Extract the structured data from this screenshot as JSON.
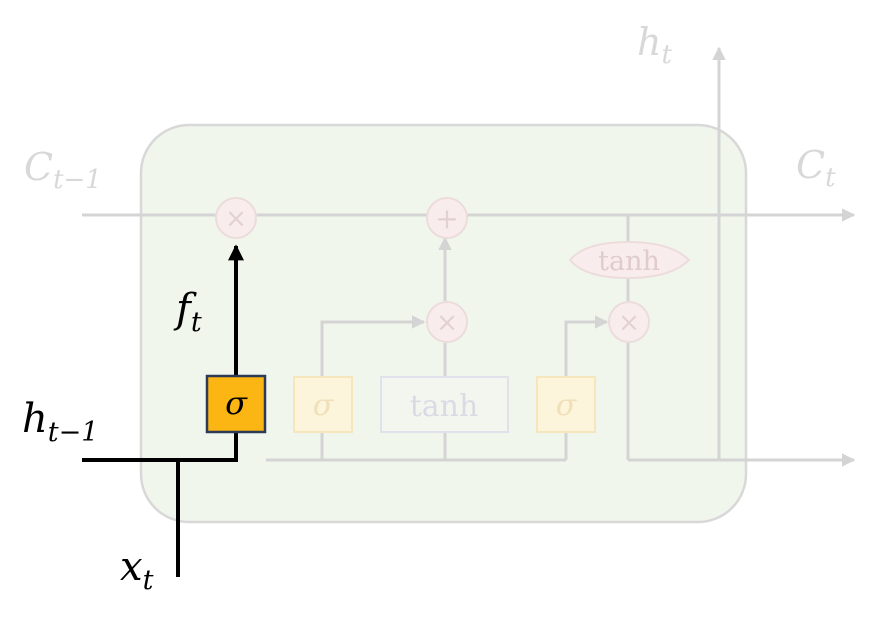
{
  "labels": {
    "h_t": {
      "base": "h",
      "sub": "t"
    },
    "c_prev": {
      "base": "C",
      "sub": "t−1"
    },
    "c_t": {
      "base": "C",
      "sub": "t"
    },
    "f_t": {
      "base": "f",
      "sub": "t"
    },
    "h_prev": {
      "base": "h",
      "sub": "t−1"
    },
    "x_t": {
      "base": "x",
      "sub": "t"
    }
  },
  "gates": {
    "forget_sigma": "σ",
    "input_sigma": "σ",
    "candidate_tanh": "tanh",
    "output_sigma": "σ",
    "cell_tanh": "tanh"
  },
  "ops": {
    "forget_multiply": "×",
    "cell_add": "+",
    "input_multiply": "×",
    "output_multiply": "×"
  },
  "colors": {
    "cell_bg": "#f1f6ec",
    "cell_border": "#d8d8d8",
    "faded_line": "#d4d4d4",
    "faded_text": "#d8d8d8",
    "active_line": "#000000",
    "active_gate_fill": "#fbb613",
    "active_gate_border": "#2c3a57",
    "faded_gate_fill": "#fdf4dc",
    "faded_gate_border": "#f5e6be",
    "op_fill": "#f8ecec",
    "op_border": "#ecdcdc"
  }
}
